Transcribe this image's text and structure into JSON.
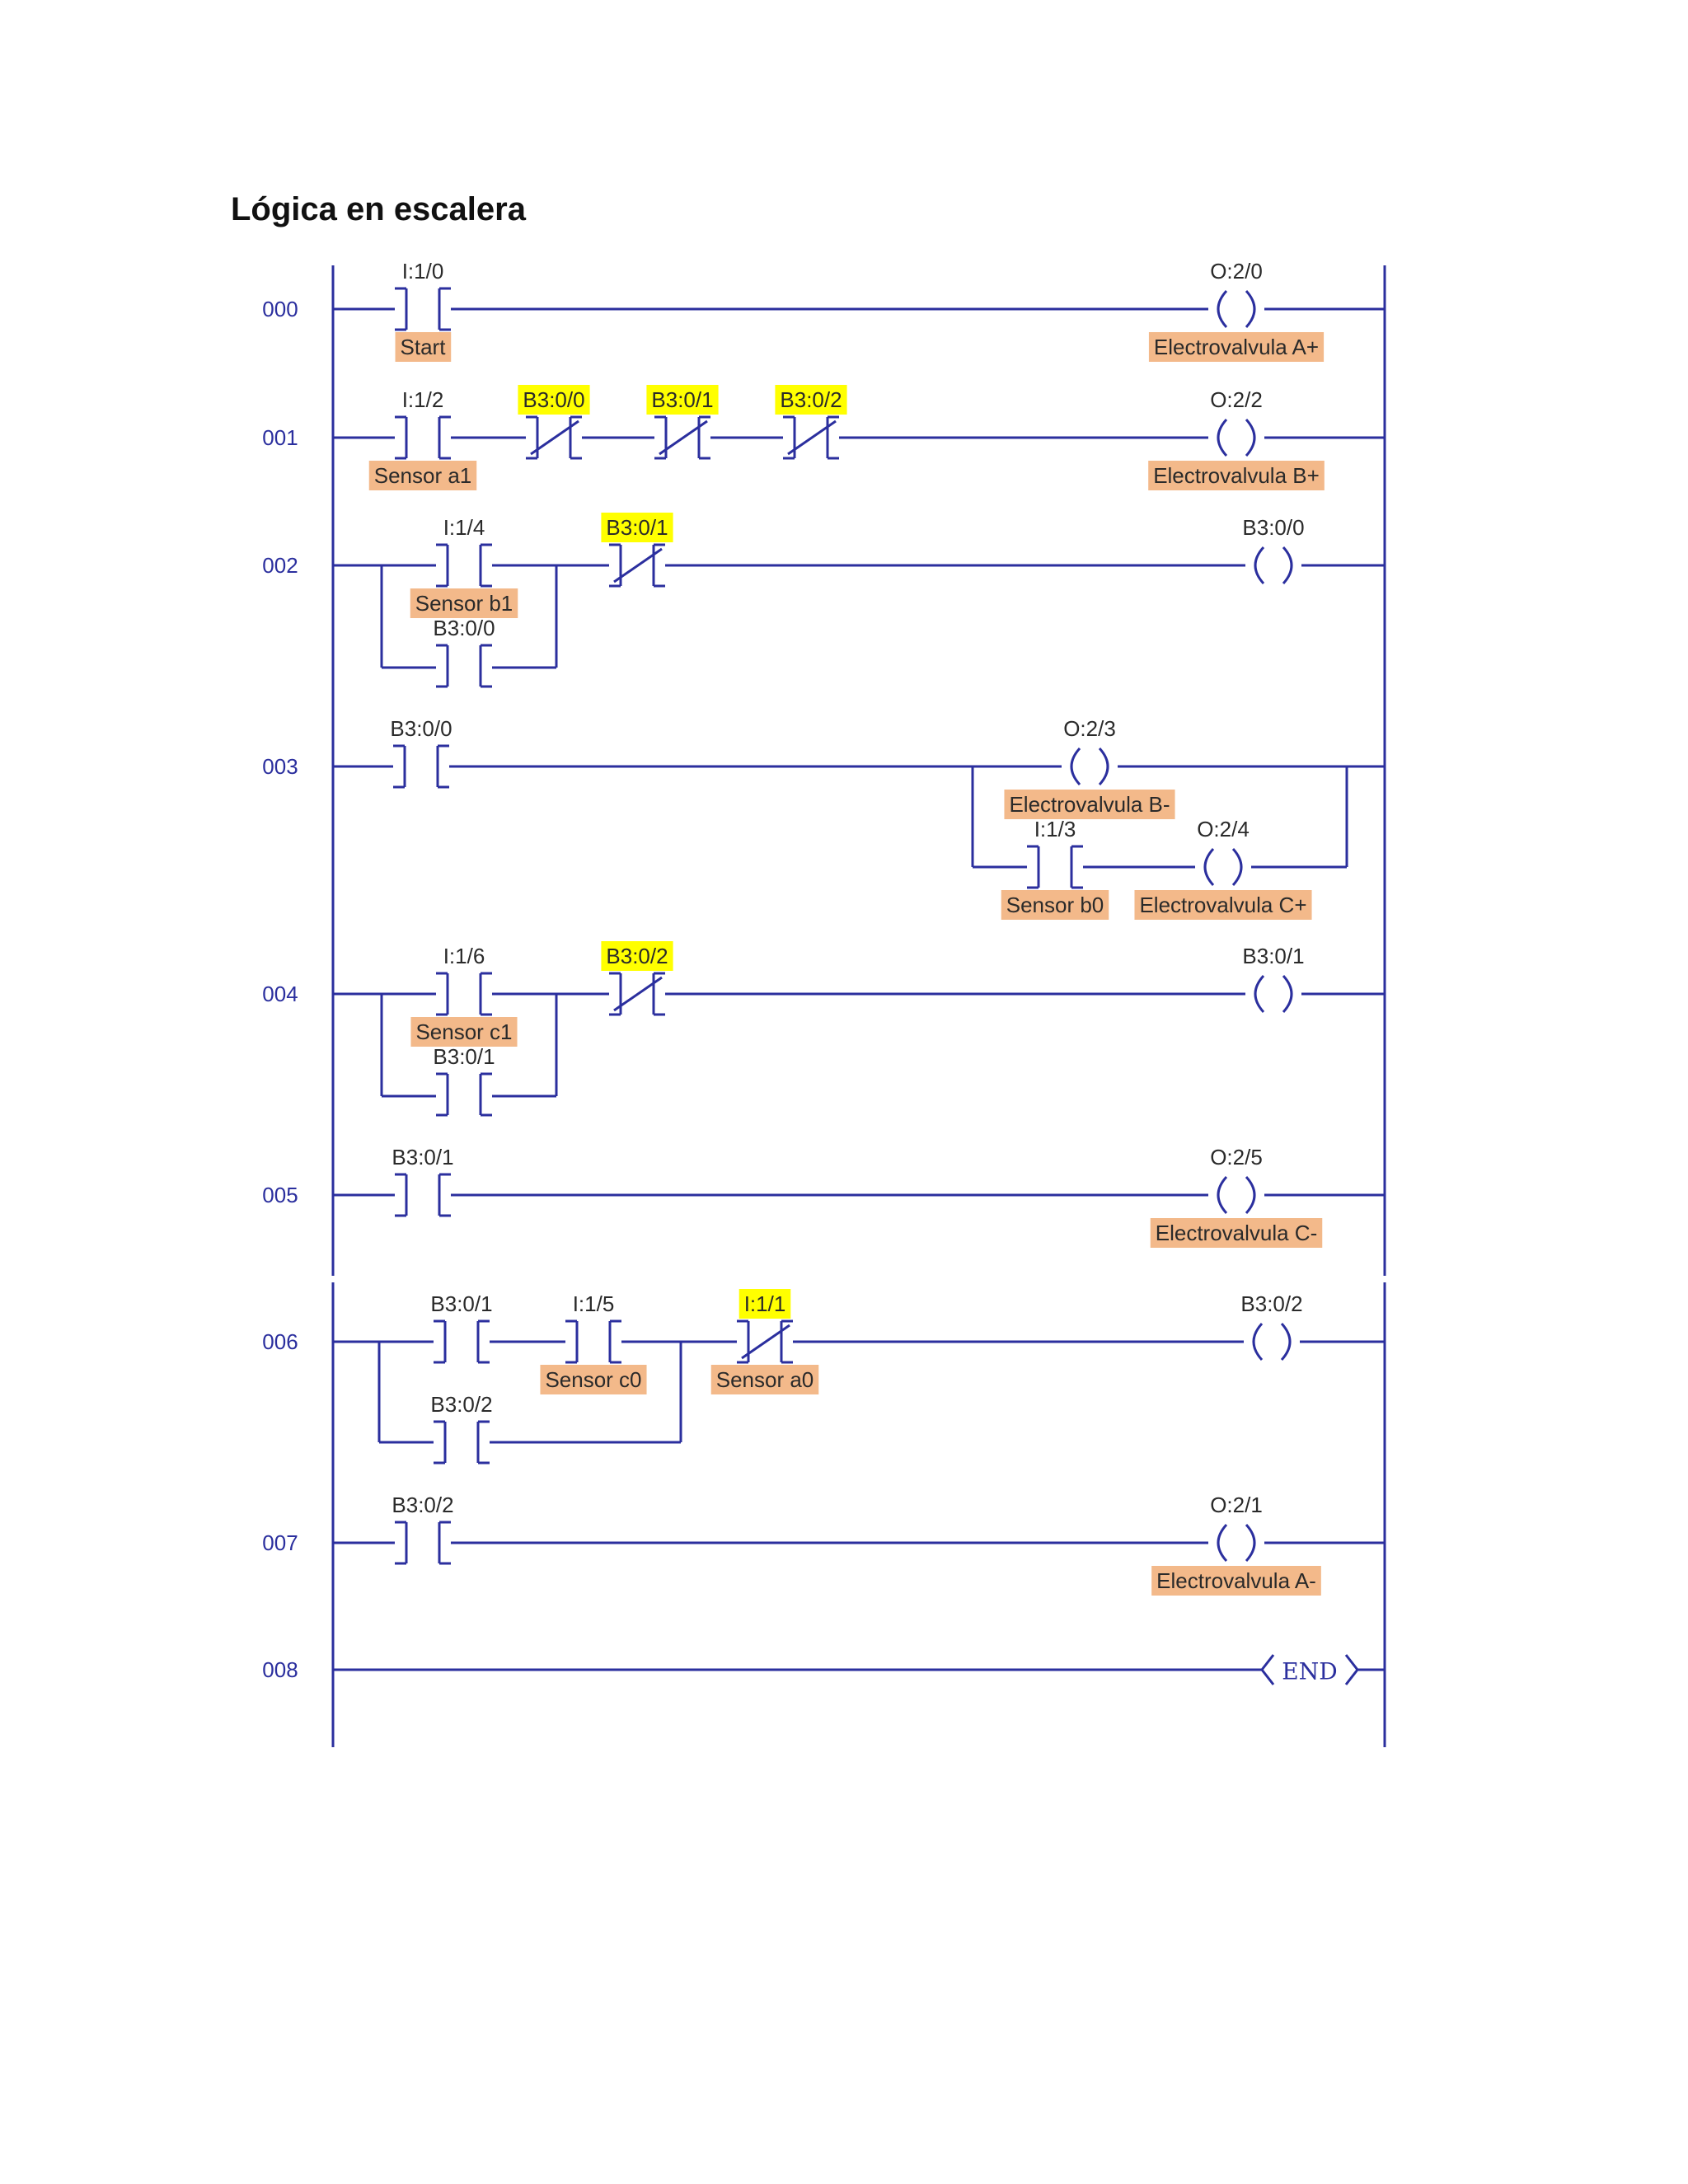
{
  "title": "Lógica en escalera",
  "colors": {
    "wire": "#2b2f9e",
    "description_label_bg": "#f3b98a",
    "address_highlight_bg": "#ffff00",
    "text": "#2a2a2a"
  },
  "rungs": [
    {
      "number": "000",
      "elements": [
        {
          "kind": "contact-no",
          "address": "I:1/0",
          "description": "Start"
        },
        {
          "kind": "coil",
          "address": "O:2/0",
          "description": "Electrovalvula A+"
        }
      ]
    },
    {
      "number": "001",
      "elements": [
        {
          "kind": "contact-no",
          "address": "I:1/2",
          "description": "Sensor a1"
        },
        {
          "kind": "contact-nc",
          "address": "B3:0/0",
          "highlighted": true
        },
        {
          "kind": "contact-nc",
          "address": "B3:0/1",
          "highlighted": true
        },
        {
          "kind": "contact-nc",
          "address": "B3:0/2",
          "highlighted": true
        },
        {
          "kind": "coil",
          "address": "O:2/2",
          "description": "Electrovalvula B+"
        }
      ]
    },
    {
      "number": "002",
      "elements": [
        {
          "kind": "contact-no",
          "address": "I:1/4",
          "description": "Sensor b1"
        },
        {
          "kind": "contact-no",
          "address": "B3:0/0",
          "branch": "parallel"
        },
        {
          "kind": "contact-nc",
          "address": "B3:0/1",
          "highlighted": true
        },
        {
          "kind": "coil",
          "address": "B3:0/0"
        }
      ]
    },
    {
      "number": "003",
      "elements": [
        {
          "kind": "contact-no",
          "address": "B3:0/0"
        },
        {
          "kind": "coil",
          "address": "O:2/3",
          "description": "Electrovalvula B-"
        },
        {
          "kind": "contact-no",
          "address": "I:1/3",
          "description": "Sensor b0",
          "branch": "parallel"
        },
        {
          "kind": "coil",
          "address": "O:2/4",
          "description": "Electrovalvula C+",
          "branch": "parallel"
        }
      ]
    },
    {
      "number": "004",
      "elements": [
        {
          "kind": "contact-no",
          "address": "I:1/6",
          "description": "Sensor c1"
        },
        {
          "kind": "contact-no",
          "address": "B3:0/1",
          "branch": "parallel"
        },
        {
          "kind": "contact-nc",
          "address": "B3:0/2",
          "highlighted": true
        },
        {
          "kind": "coil",
          "address": "B3:0/1"
        }
      ]
    },
    {
      "number": "005",
      "elements": [
        {
          "kind": "contact-no",
          "address": "B3:0/1"
        },
        {
          "kind": "coil",
          "address": "O:2/5",
          "description": "Electrovalvula C-"
        }
      ]
    },
    {
      "number": "006",
      "elements": [
        {
          "kind": "contact-no",
          "address": "B3:0/1"
        },
        {
          "kind": "contact-no",
          "address": "I:1/5",
          "description": "Sensor c0"
        },
        {
          "kind": "contact-no",
          "address": "B3:0/2",
          "branch": "parallel"
        },
        {
          "kind": "contact-nc",
          "address": "I:1/1",
          "description": "Sensor a0",
          "highlighted": true
        },
        {
          "kind": "coil",
          "address": "B3:0/2"
        }
      ]
    },
    {
      "number": "007",
      "elements": [
        {
          "kind": "contact-no",
          "address": "B3:0/2"
        },
        {
          "kind": "coil",
          "address": "O:2/1",
          "description": "Electrovalvula A-"
        }
      ]
    },
    {
      "number": "008",
      "elements": [
        {
          "kind": "end",
          "label": "END"
        }
      ]
    }
  ]
}
